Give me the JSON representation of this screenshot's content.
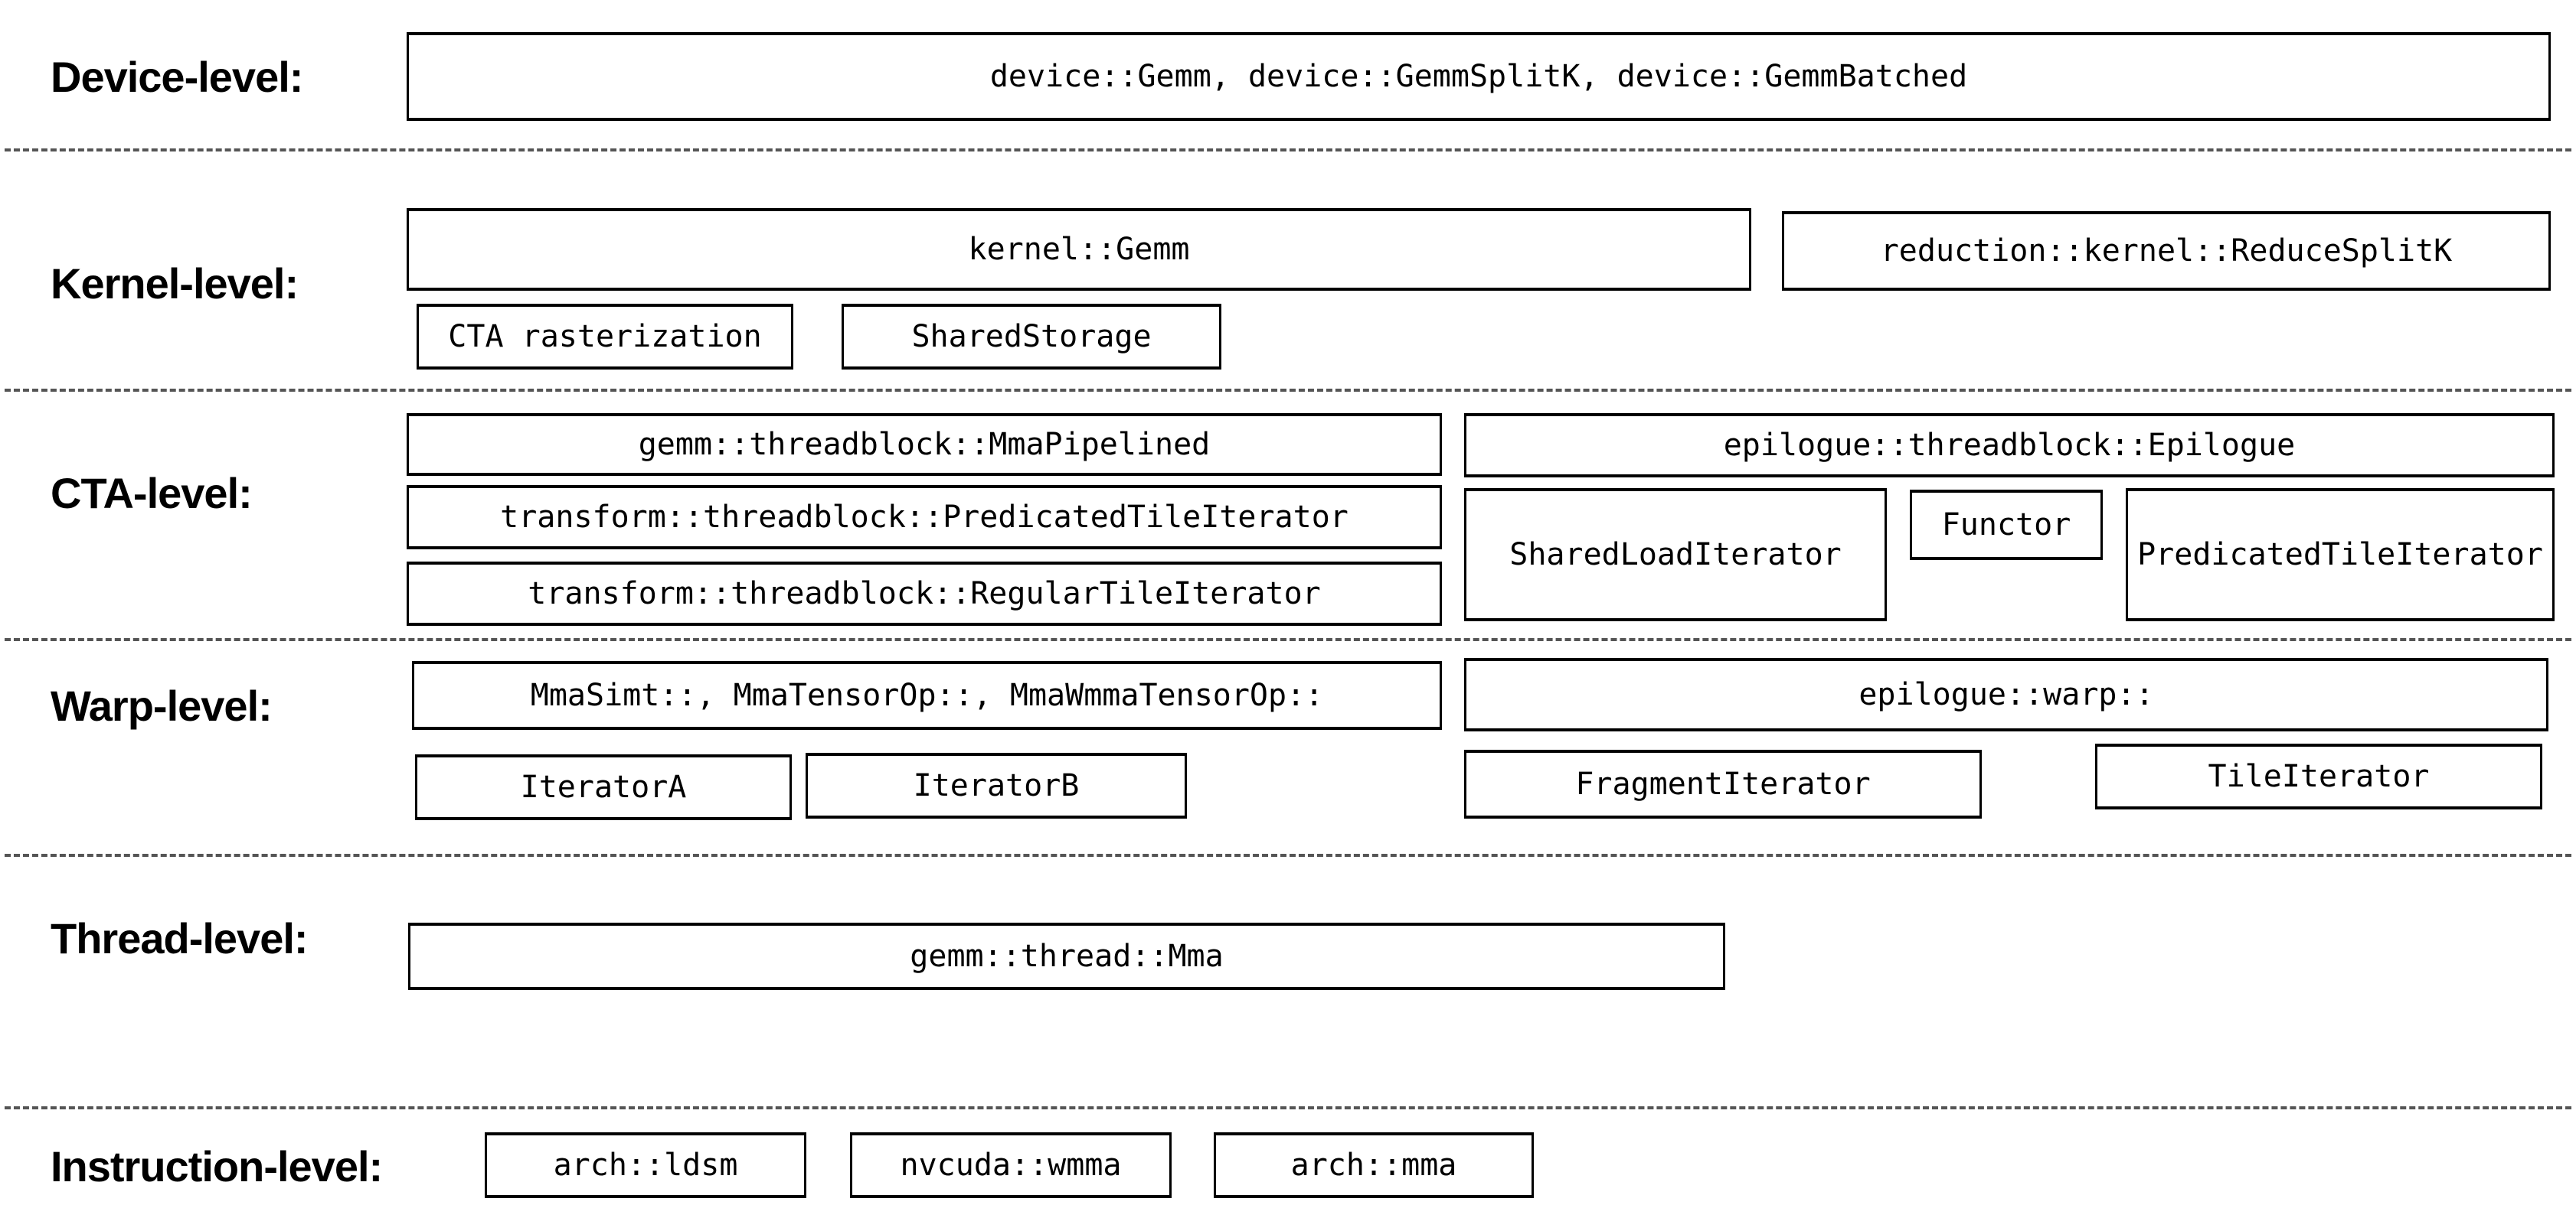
{
  "colors": {
    "background": "#ffffff",
    "box_border": "#000000",
    "text": "#000000",
    "separator": "#555555"
  },
  "levels": {
    "device": {
      "label": "Device-level:",
      "main_box": "device::Gemm, device::GemmSplitK, device::GemmBatched"
    },
    "kernel": {
      "label": "Kernel-level:",
      "gemm_box": "kernel::Gemm",
      "reduce_splitk_box": "reduction::kernel::ReduceSplitK",
      "cta_rasterization_box": "CTA rasterization",
      "shared_storage_box": "SharedStorage"
    },
    "cta": {
      "label": "CTA-level:",
      "mma_pipelined_box": "gemm::threadblock::MmaPipelined",
      "predicated_tile_iterator_box": "transform::threadblock::PredicatedTileIterator",
      "regular_tile_iterator_box": "transform::threadblock::RegularTileIterator",
      "epilogue_box": "epilogue::threadblock::Epilogue",
      "shared_load_iterator_box": "SharedLoadIterator",
      "functor_box": "Functor",
      "epilogue_predicated_tile_iterator_box": "PredicatedTileIterator"
    },
    "warp": {
      "label": "Warp-level:",
      "mma_box": "MmaSimt::, MmaTensorOp::, MmaWmmaTensorOp::",
      "epilogue_warp_box": "epilogue::warp::",
      "iterator_a_box": "IteratorA",
      "iterator_b_box": "IteratorB",
      "fragment_iterator_box": "FragmentIterator",
      "tile_iterator_box": "TileIterator"
    },
    "thread": {
      "label": "Thread-level:",
      "mma_box": "gemm::thread::Mma"
    },
    "instruction": {
      "label": "Instruction-level:",
      "arch_ldsm_box": "arch::ldsm",
      "nvcuda_wmma_box": "nvcuda::wmma",
      "arch_mma_box": "arch::mma"
    }
  }
}
